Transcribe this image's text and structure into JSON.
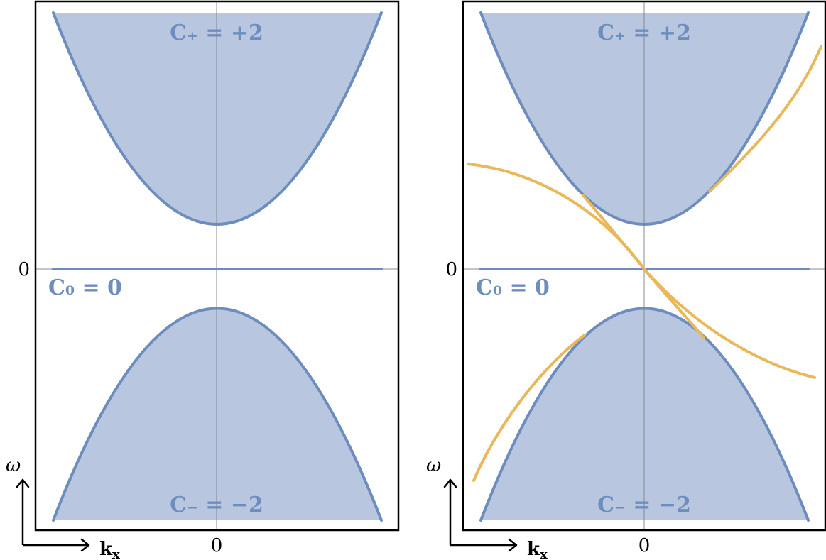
{
  "panels": [
    {
      "id": "left",
      "upper_band_label": "C₊ = +2",
      "flat_band_label": "C₀ = 0",
      "lower_band_label": "C₋ = −2",
      "y_tick_label": "0",
      "x_tick_label": "0",
      "y_axis_label": "ω",
      "x_axis_label": "k",
      "x_axis_subscript": "x",
      "edge_states": false
    },
    {
      "id": "right",
      "upper_band_label": "C₊ = +2",
      "flat_band_label": "C₀ = 0",
      "lower_band_label": "C₋ = −2",
      "y_tick_label": "0",
      "x_tick_label": "0",
      "y_axis_label": "ω",
      "x_axis_label": "k",
      "x_axis_subscript": "x",
      "edge_states": true
    }
  ],
  "colors": {
    "band_fill": "#b8c6df",
    "band_line": "#6d8dbf",
    "edge_state": "#e8b85a",
    "frame": "#000000"
  }
}
